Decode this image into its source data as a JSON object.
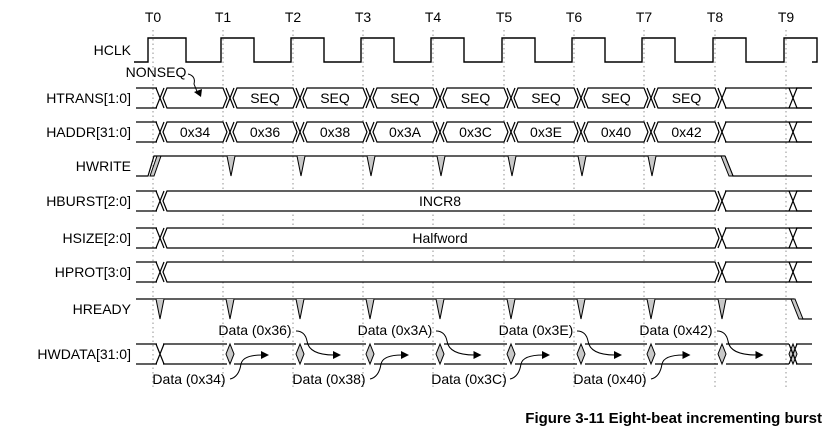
{
  "clock_ticks": [
    "T0",
    "T1",
    "T2",
    "T3",
    "T4",
    "T5",
    "T6",
    "T7",
    "T8",
    "T9"
  ],
  "signals": {
    "hclk": "HCLK",
    "htrans": "HTRANS[1:0]",
    "haddr": "HADDR[31:0]",
    "hwrite": "HWRITE",
    "hburst": "HBURST[2:0]",
    "hsize": "HSIZE[2:0]",
    "hprot": "HPROT[3:0]",
    "hready": "HREADY",
    "hwdata": "HWDATA[31:0]"
  },
  "htrans_first_label": "NONSEQ",
  "htrans_values": [
    "SEQ",
    "SEQ",
    "SEQ",
    "SEQ",
    "SEQ",
    "SEQ",
    "SEQ"
  ],
  "haddr_values": [
    "0x34",
    "0x36",
    "0x38",
    "0x3A",
    "0x3C",
    "0x3E",
    "0x40",
    "0x42"
  ],
  "hburst_value": "INCR8",
  "hsize_value": "Halfword",
  "hwdata_top_labels": [
    "Data (0x36)",
    "Data (0x3A)",
    "Data (0x3E)",
    "Data (0x42)"
  ],
  "hwdata_bottom_labels": [
    "Data (0x34)",
    "Data (0x38)",
    "Data (0x3C)",
    "Data (0x40)"
  ],
  "caption": "Figure 3-11 Eight-beat incrementing burst"
}
